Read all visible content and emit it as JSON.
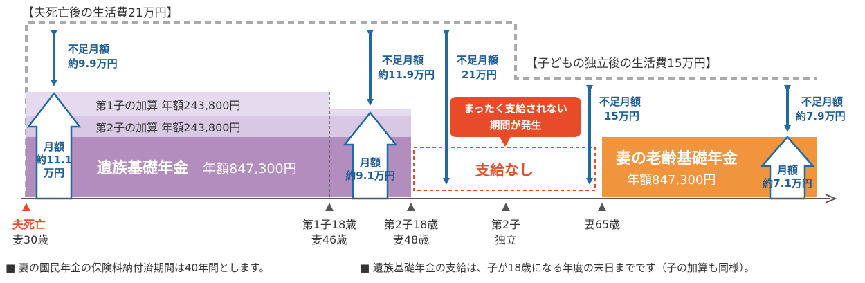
{
  "titles": {
    "living_after_death": "【夫死亡後の生活費21万円】",
    "living_after_indep": "【子どもの独立後の生活費15万円】"
  },
  "bars": {
    "child1_addition": "第1子の加算 年額243,800円",
    "child2_addition": "第2子の加算 年額243,800円",
    "survivor_pension": "遺族基礎年金",
    "survivor_amount": "年額847,300円",
    "no_payment": "支給なし",
    "old_age_pension": "妻の老齢基礎年金",
    "old_age_amount": "年額847,300円"
  },
  "shortfalls": {
    "s1_line1": "不足月額",
    "s1_line2": "約9.9万円",
    "s2_line1": "不足月額",
    "s2_line2": "約11.9万円",
    "s3_line1": "不足月額",
    "s3_line2": "21万円",
    "s4_line1": "不足月額",
    "s4_line2": "15万円",
    "s5_line1": "不足月額",
    "s5_line2": "約7.9万円"
  },
  "monthly": {
    "m1_line1": "月額",
    "m1_line2": "約11.1",
    "m1_line3": "万円",
    "m2_line1": "月額",
    "m2_line2": "約9.1万円",
    "m3_line1": "月額",
    "m3_line2": "約7.1万円"
  },
  "callout": {
    "line1": "まったく支給されない",
    "line2": "期間が発生"
  },
  "timeline": {
    "t0_line1": "夫死亡",
    "t0_line2": "妻30歳",
    "t1_line1": "第1子18歳",
    "t1_line2": "妻46歳",
    "t2_line1": "第2子18歳",
    "t2_line2": "妻48歳",
    "t3_line1": "第2子",
    "t3_line2": "独立",
    "t4_line1": "妻65歳"
  },
  "notes": {
    "note1": "■ 妻の国民年金の保険料納付済期間は40年間とします。",
    "note2": "■ 遺族基礎年金の支給は、子が18歳になる年度の末日までです（子の加算も同様）。"
  },
  "colors": {
    "light_purple": "#e6dbee",
    "mid_purple": "#d9c8e4",
    "dark_purple": "#b48dbf",
    "orange": "#f0953e",
    "red": "#e84b2a",
    "blue_arrow": "#1f6aa3",
    "text_blue": "#1e5d95",
    "dashed_gray": "#aaaaaa"
  }
}
